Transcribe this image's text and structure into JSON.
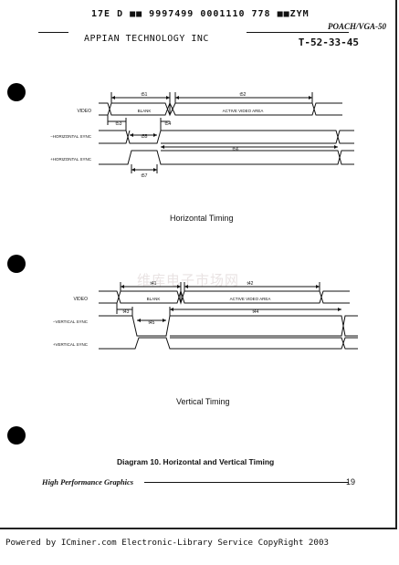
{
  "header": {
    "code_line": "17E D  ■■ 9997499 0001110 778 ■■ZYM",
    "doc_id": "POACH/VGA-50",
    "company": "APPIAN TECHNOLOGY INC",
    "handwritten": "T-52-33-45"
  },
  "horizontal_timing": {
    "title": "Horizontal Timing",
    "signals": {
      "video": "VIDEO",
      "minus_sync": "−HORIZONTAL SYNC",
      "plus_sync": "+HORIZONTAL SYNC"
    },
    "regions": {
      "blank": "BLANK",
      "active": "ACTIVE VIDEO AREA"
    },
    "labels": {
      "t51": "t51",
      "t52": "t52",
      "t53": "t53",
      "t54": "t54",
      "t55": "t55",
      "t56": "t56",
      "t57": "t57"
    }
  },
  "vertical_timing": {
    "title": "Vertical Timing",
    "signals": {
      "video": "VIDEO",
      "minus_sync": "−VERTICAL SYNC",
      "plus_sync": "+VERTICAL SYNC"
    },
    "regions": {
      "blank": "BLANK",
      "active": "ACTIVE VIDEO AREA"
    },
    "labels": {
      "t41": "t41",
      "t42": "t42",
      "t43": "t43",
      "t44": "t44",
      "t45": "t45"
    }
  },
  "watermark": "维库电子市场网",
  "caption": "Diagram 10.  Horizontal and Vertical Timing",
  "footer": {
    "left": "High Performance Graphics",
    "page": "19"
  },
  "powered_by": "Powered by ICminer.com Electronic-Library Service CopyRight 2003"
}
